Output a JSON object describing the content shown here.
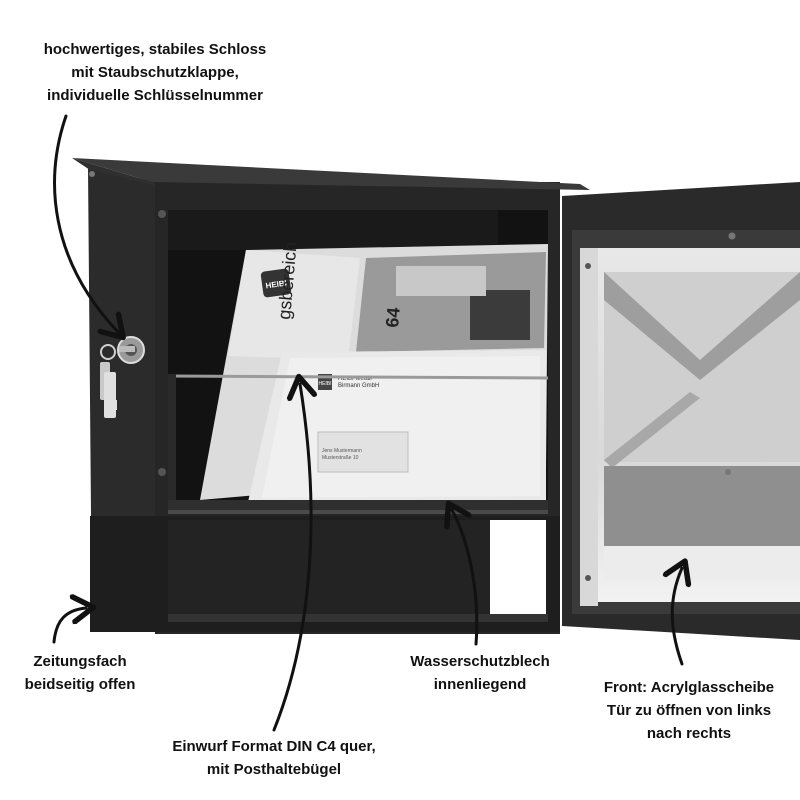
{
  "annotations": {
    "lock": {
      "lines": [
        "hochwertiges, stabiles Schloss",
        "mit Staubschutzklappe,",
        "individuelle Schlüsselnummer"
      ]
    },
    "newspaper": {
      "lines": [
        "Zeitungsfach",
        "beidseitig offen"
      ]
    },
    "water": {
      "lines": [
        "Wasserschutzblech",
        "innenliegend"
      ]
    },
    "front": {
      "lines": [
        "Front: Acrylglasscheibe",
        "Tür zu öffnen von links",
        "nach rechts"
      ]
    },
    "slot": {
      "lines": [
        "Einwurf Format DIN C4 quer,",
        "mit Posthaltebügel"
      ]
    }
  },
  "mail": {
    "catalog_logo": "HEIBI",
    "catalog_text": "gsbereich",
    "catalog_number": "64",
    "envelope_logo": "HEIBI",
    "sender_line1": "HEIBI-Metall",
    "sender_line2": "Birmann GmbH",
    "address_line1": "Jens Mustermann",
    "address_line2": "Musterstraße 10"
  }
}
